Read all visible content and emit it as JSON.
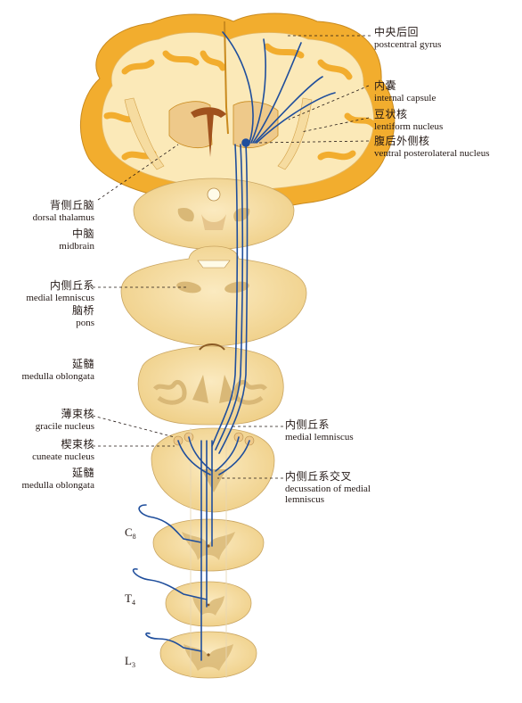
{
  "figure": {
    "labels": {
      "postcentral_gyrus": {
        "zh": "中央后回",
        "en": "postcentral gyrus"
      },
      "internal_capsule": {
        "zh": "内囊",
        "en": "internal capsule"
      },
      "lentiform_nucleus": {
        "zh": "豆状核",
        "en": "lentiform nucleus"
      },
      "vpl_nucleus": {
        "zh": "腹后外侧核",
        "en": "ventral posterolateral nucleus"
      },
      "dorsal_thalamus": {
        "zh": "背侧丘脑",
        "en": "dorsal thalamus"
      },
      "midbrain": {
        "zh": "中脑",
        "en": "midbrain"
      },
      "medial_lemniscus_upper": {
        "zh": "内侧丘系",
        "en": "medial lemniscus"
      },
      "pons": {
        "zh": "脑桥",
        "en": "pons"
      },
      "medulla_upper": {
        "zh": "延髓",
        "en": "medulla oblongata"
      },
      "gracile_nucleus": {
        "zh": "薄束核",
        "en": "gracile nucleus"
      },
      "medial_lemniscus_lower": {
        "zh": "内侧丘系",
        "en": "medial lemniscus"
      },
      "cuneate_nucleus": {
        "zh": "楔束核",
        "en": "cuneate nucleus"
      },
      "medulla_lower": {
        "zh": "延髓",
        "en": "medulla oblongata"
      },
      "decussation": {
        "zh": "内侧丘系交叉",
        "en1": "decussation of medial",
        "en2": "lemniscus"
      },
      "levels": {
        "c": "C",
        "c_sub": "8",
        "t": "T",
        "t_sub": "4",
        "l": "L",
        "l_sub": "3"
      }
    },
    "colors": {
      "brain_outer": "#f2ad2e",
      "brain_cream": "#fbe9b8",
      "section_fill": "#f6dfa6",
      "section_gray": "#d9b877",
      "pathway_blue": "#1f4e9c",
      "label_text": "#231815"
    }
  }
}
